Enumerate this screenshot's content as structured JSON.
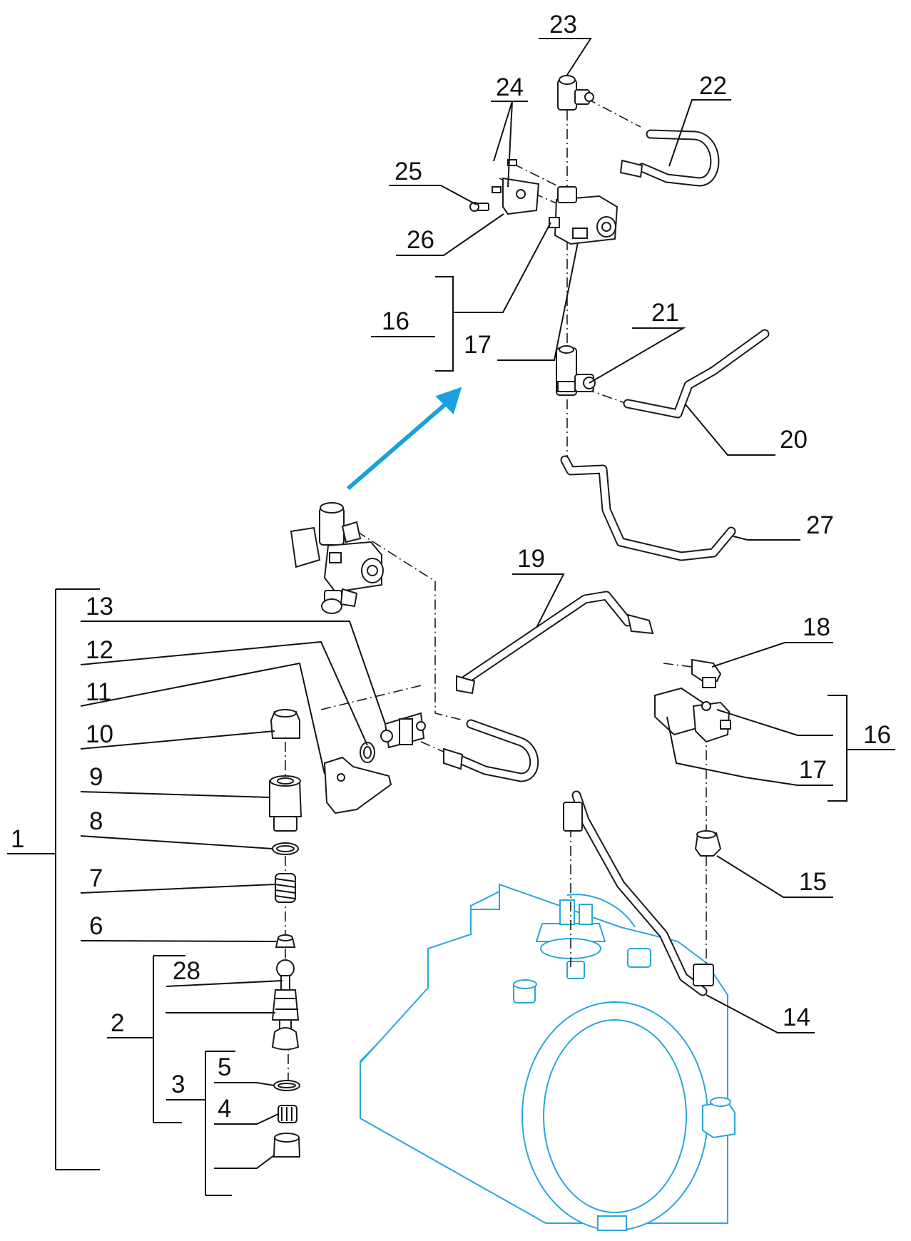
{
  "colors": {
    "line": "#1a1a1a",
    "boiler": "#29a6d9",
    "arrow": "#1aa0dc"
  },
  "labels": {
    "l1": "1",
    "l2": "2",
    "l3": "3",
    "l4": "4",
    "l5": "5",
    "l6": "6",
    "l7": "7",
    "l8": "8",
    "l9": "9",
    "l10": "10",
    "l11": "11",
    "l12": "12",
    "l13": "13",
    "l14": "14",
    "l15": "15",
    "l16a": "16",
    "l16b": "16",
    "l17a": "17",
    "l17b": "17",
    "l18": "18",
    "l19": "19",
    "l20": "20",
    "l21": "21",
    "l22": "22",
    "l23": "23",
    "l24": "24",
    "l25": "25",
    "l26": "26",
    "l27": "27",
    "l28": "28"
  }
}
